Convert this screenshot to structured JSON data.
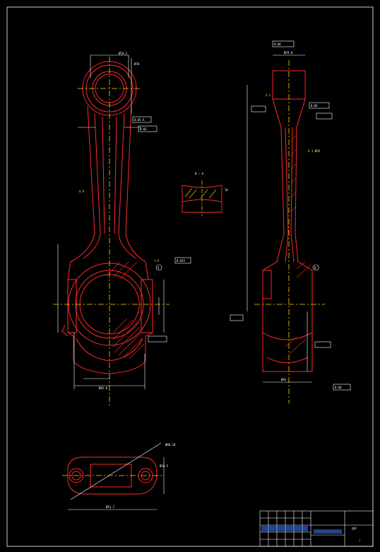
{
  "colors": {
    "background": "#000000",
    "frame": "#ffffff",
    "outline": "#ff2a2a",
    "centerline": "#ffd200",
    "dimension": "#ffffff",
    "annotation": "#3f7bff",
    "hatch": "#ff2a2a"
  },
  "section_label": "B — A",
  "datum_marks": [
    "A",
    "B"
  ],
  "dimensions": {
    "front_width": "Ø54.2",
    "front_height": "Ø70",
    "bottom_width": "Ø85.8",
    "side_width": "Ø93",
    "small_end_top": "Ø29.8",
    "shaft": "Ø35",
    "section_width": "16",
    "top_view_diag": "Ø80.18",
    "top_view_length": "Ø51.7",
    "top_view_height": "Ø34.5"
  },
  "tolerances": {
    "t1": "0.05  A",
    "t2": "0.02",
    "t3": "0.015",
    "t4": "0.06",
    "t5": "0.05",
    "t6": "0.04"
  },
  "roughness": [
    "0.8",
    "1.6",
    "3.2",
    "6.3"
  ],
  "title_block": {
    "drawing_title": "连杆",
    "sheet_no": "1"
  }
}
